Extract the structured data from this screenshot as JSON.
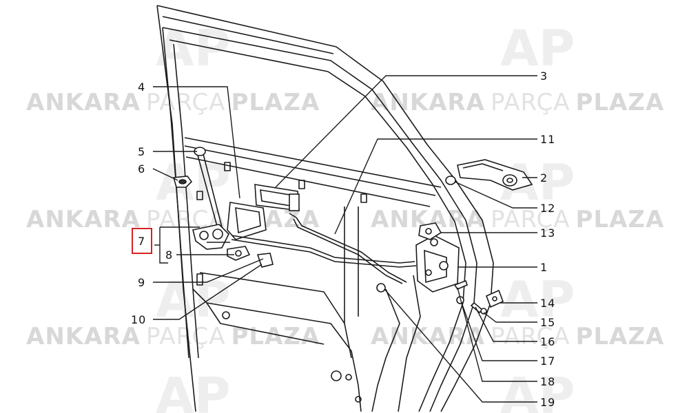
{
  "watermark": {
    "brand_bold_1": "ANKARA",
    "brand_light": "PARÇA",
    "brand_bold_2": "PLAZA",
    "logo_text": "AP"
  },
  "callouts": [
    {
      "id": "1",
      "label": "1"
    },
    {
      "id": "2",
      "label": "2"
    },
    {
      "id": "3",
      "label": "3"
    },
    {
      "id": "4",
      "label": "4"
    },
    {
      "id": "5",
      "label": "5"
    },
    {
      "id": "6",
      "label": "6"
    },
    {
      "id": "7",
      "label": "7",
      "highlighted": true
    },
    {
      "id": "8",
      "label": "8"
    },
    {
      "id": "9",
      "label": "9"
    },
    {
      "id": "10",
      "label": "10"
    },
    {
      "id": "11",
      "label": "11"
    },
    {
      "id": "12",
      "label": "12"
    },
    {
      "id": "13",
      "label": "13"
    },
    {
      "id": "14",
      "label": "14"
    },
    {
      "id": "15",
      "label": "15"
    },
    {
      "id": "16",
      "label": "16"
    },
    {
      "id": "17",
      "label": "17"
    },
    {
      "id": "18",
      "label": "18"
    },
    {
      "id": "19",
      "label": "19"
    }
  ],
  "colors": {
    "line": "#1a1a1a",
    "highlight": "#d62020",
    "watermark": "#d8d8d8"
  }
}
